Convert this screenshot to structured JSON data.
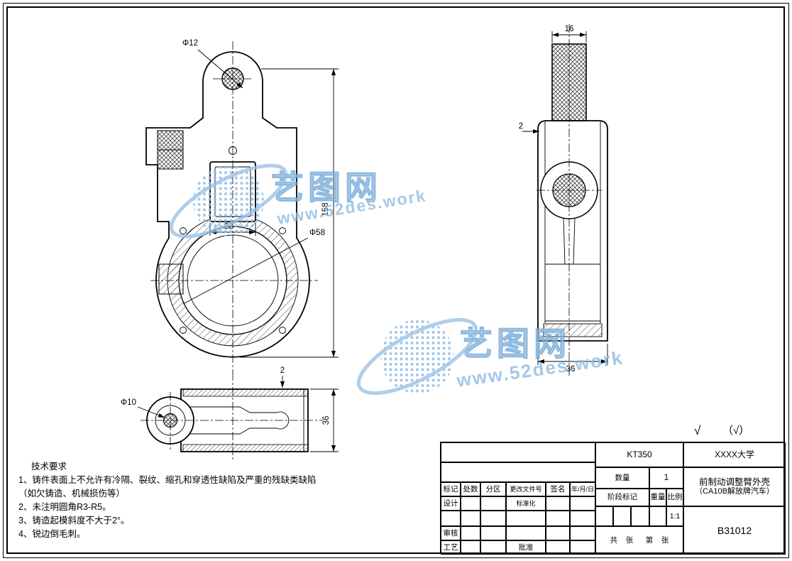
{
  "watermark": {
    "brand": "艺图网",
    "url": "www.52des.work"
  },
  "views": {
    "front": {
      "dims": {
        "tab_hole": "Φ12",
        "overall_height": "158",
        "slot_width": "22",
        "bore": "Φ58"
      }
    },
    "side": {
      "dims": {
        "arm_width": "16",
        "wall": "2",
        "body_width": "36"
      }
    },
    "bottom": {
      "dims": {
        "pin_hole": "Φ10",
        "wall": "2",
        "body_height": "36"
      }
    }
  },
  "tech_requirements": {
    "title": "技术要求",
    "lines": [
      "1、铸件表面上不允许有冷隔、裂纹、缩孔和穿透性缺陷及严重的残缺类缺陷",
      "（如欠铸造、机械损伤等）",
      "2、未注明圆角R3-R5。",
      "3、铸造起模斜度不大于2°。",
      "4、锐边倒毛刺。"
    ]
  },
  "title_block": {
    "material": "KT350",
    "company": "XXXX大学",
    "part_name": "前制动调整臂外壳",
    "part_name_sub": "（CA10B解放牌汽车）",
    "drawing_no": "B31012",
    "qty_label": "数量",
    "qty_value": "1",
    "stage_label": "阶段标记",
    "weight_label": "重量",
    "scale_label": "比例",
    "scale_value": "1:1",
    "sheet_info": "共    张      第    张",
    "rev_headers": [
      "标记",
      "处数",
      "分区",
      "更改文件号",
      "签名",
      "年/月/日"
    ],
    "roles": {
      "design": "设计",
      "standardize": "标准化",
      "check": "审核",
      "process": "工艺",
      "approve": "批准"
    },
    "finish_mark": "√",
    "finish_other": "（√）"
  }
}
